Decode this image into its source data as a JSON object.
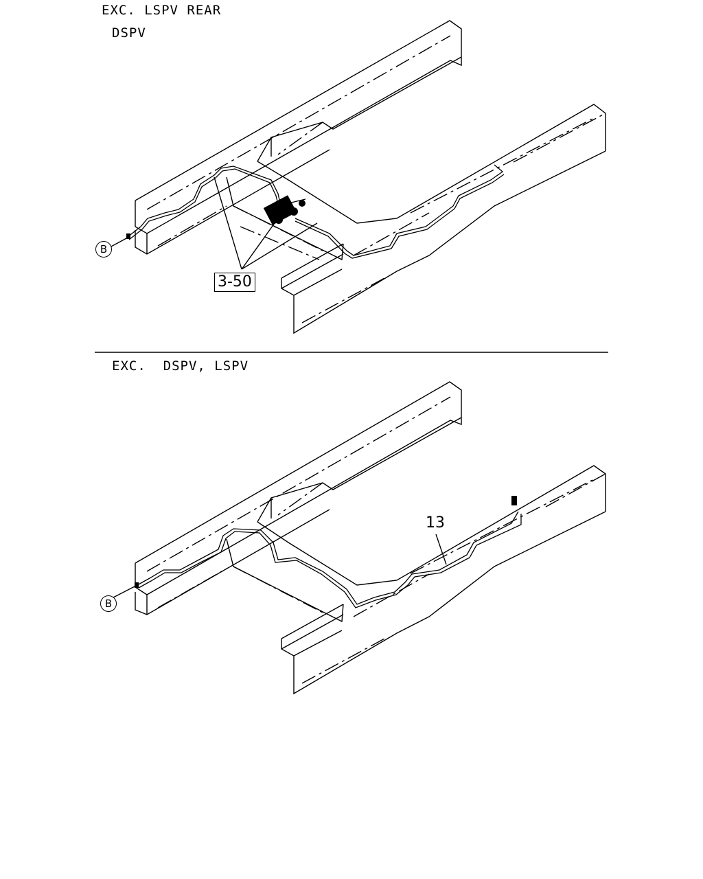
{
  "top_section": {
    "title_line1": "EXC. LSPV REAR",
    "title_line2": "DSPV",
    "callout_box": "3-50",
    "connector_ref": "B"
  },
  "bottom_section": {
    "title": "EXC.  DSPV, LSPV",
    "part_number": "13",
    "connector_ref": "B"
  }
}
